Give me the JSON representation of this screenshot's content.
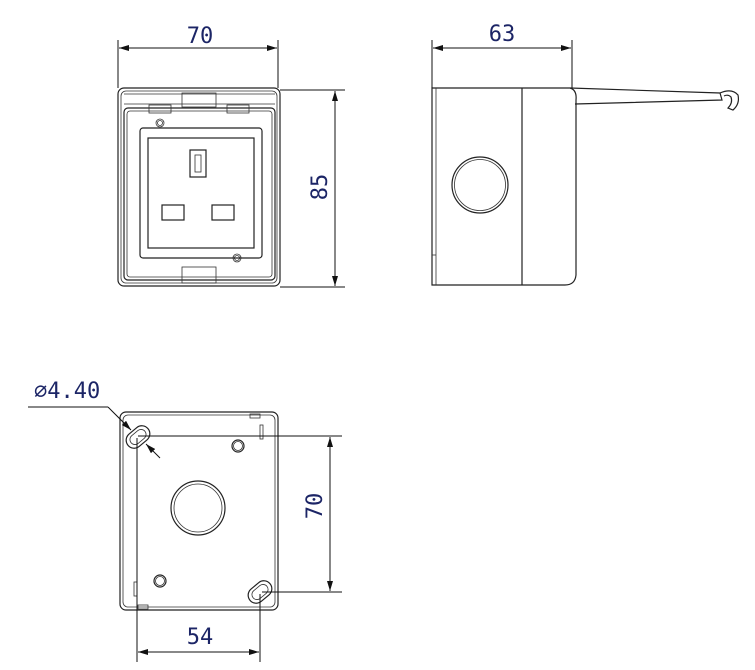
{
  "front_view": {
    "width_dim": "70",
    "height_dim": "85"
  },
  "side_view": {
    "depth_dim": "63"
  },
  "back_view": {
    "hole_dim": "∅4.40",
    "vertical_spacing_dim": "70",
    "horizontal_spacing_dim": "54"
  },
  "colors": {
    "line": "#222222",
    "dimension_text": "#1c2566"
  }
}
